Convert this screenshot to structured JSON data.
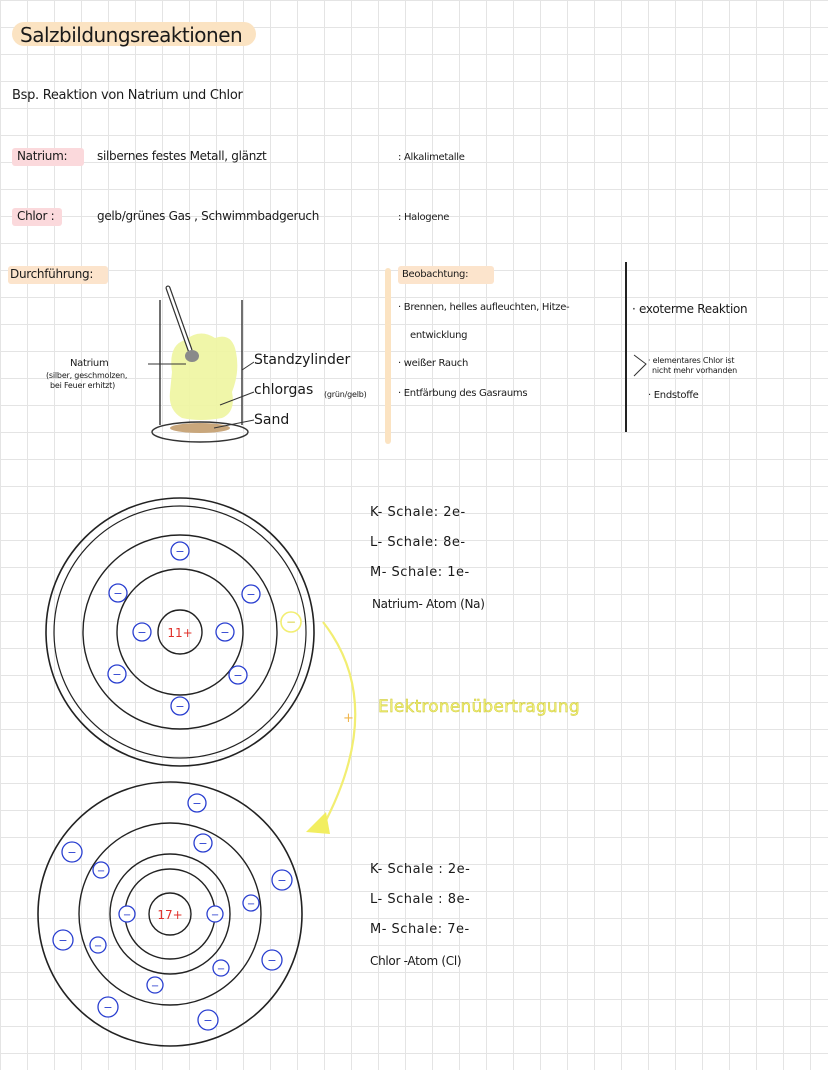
{
  "title": "Salzbildungsreaktionen",
  "example": "Bsp. Reaktion von Natrium und Chlor",
  "natrium": {
    "label": "Natrium:",
    "description": "silbernes festes Metall, glänzt",
    "category": ": Alkalimetalle"
  },
  "chlor": {
    "label": "Chlor :",
    "description": "gelb/grünes Gas , Schwimmbadgeruch",
    "category": ": Halogene"
  },
  "durchfuehrung": {
    "label": "Durchführung:",
    "natrium_label": "Natrium",
    "natrium_note_1": "(silber, geschmolzen,",
    "natrium_note_2": "bei Feuer erhitzt)",
    "label_standzylinder": "Standzylinder",
    "label_chlorgas": "chlorgas",
    "label_chlorgas_note": "(grün/gelb)",
    "label_sand": "Sand"
  },
  "beobachtung": {
    "label": "Beobachtung:",
    "items": [
      "· Brennen, helles aufleuchten, Hitze-",
      "entwicklung",
      "· weißer Rauch",
      "· Entfärbung des Gasraums"
    ],
    "conclusions": [
      "· exoterme Reaktion",
      "· elementares Chlor ist",
      "nicht mehr vorhanden",
      "· Endstoffe"
    ]
  },
  "natrium_atom": {
    "nucleus": "11+",
    "shells": [
      "K- Schale: 2e-",
      "L- Schale: 8e-",
      "M- Schale: 1e-"
    ],
    "name": "Natrium- Atom (Na)"
  },
  "transfer_label": "Elektronenübertragung",
  "transfer_plus": "+",
  "electron_symbol": "−",
  "chlor_atom": {
    "nucleus": "17+",
    "shells": [
      "K- Schale : 2e-",
      "L- Schale : 8e-",
      "M- Schale: 7e-"
    ],
    "name": "Chlor -Atom (Cl)"
  },
  "colors": {
    "title_highlight": "#fbe3c2",
    "label_highlight": "#fbd9dc",
    "electron": "#2a3fd0",
    "nucleus_text": "#e0302a",
    "chlorine_gas": "#eef5a0",
    "transfer": "#f2f07a"
  }
}
